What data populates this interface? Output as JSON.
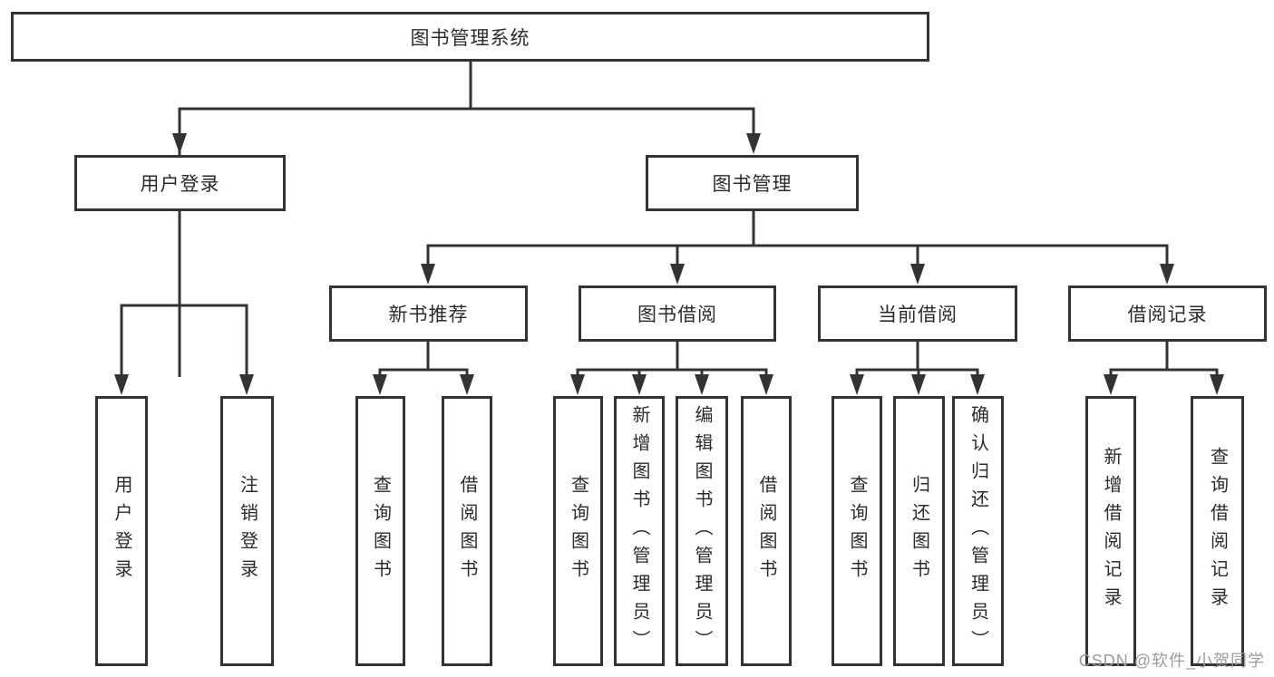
{
  "diagram": {
    "title": "图书管理系统",
    "colors": {
      "line": "#333333",
      "box_border": "#333333",
      "text": "#2b2b2b",
      "background": "#ffffff",
      "watermark": "#9c9c9c"
    },
    "nodes": {
      "root": {
        "label": "图书管理系统"
      },
      "user_login": {
        "label": "用户登录"
      },
      "book_mgmt": {
        "label": "图书管理"
      },
      "new_book_rec": {
        "label": "新书推荐"
      },
      "book_borrow": {
        "label": "图书借阅"
      },
      "current_borrow": {
        "label": "当前借阅"
      },
      "borrow_record": {
        "label": "借阅记录"
      },
      "leaf_user_login": {
        "label": "用户登录"
      },
      "leaf_logout": {
        "label": "注销登录"
      },
      "leaf_query_book_rec": {
        "label": "查询图书"
      },
      "leaf_borrow_book_rec": {
        "label": "借阅图书"
      },
      "leaf_query_book_bor": {
        "label": "查询图书"
      },
      "leaf_add_book": {
        "label": "新增图书（管理员）"
      },
      "leaf_edit_book": {
        "label": "编辑图书（管理员）"
      },
      "leaf_borrow_book": {
        "label": "借阅图书"
      },
      "leaf_query_book_cur": {
        "label": "查询图书"
      },
      "leaf_return_book": {
        "label": "归还图书"
      },
      "leaf_confirm_return": {
        "label": "确认归还（管理员）"
      },
      "leaf_add_record": {
        "label": "新增借阅记录"
      },
      "leaf_query_record": {
        "label": "查询借阅记录"
      }
    },
    "hierarchy": {
      "图书管理系统": {
        "用户登录": [
          "用户登录",
          "注销登录"
        ],
        "图书管理": {
          "新书推荐": [
            "查询图书",
            "借阅图书"
          ],
          "图书借阅": [
            "查询图书",
            "新增图书（管理员）",
            "编辑图书（管理员）",
            "借阅图书"
          ],
          "当前借阅": [
            "查询图书",
            "归还图书",
            "确认归还（管理员）"
          ],
          "借阅记录": [
            "新增借阅记录",
            "查询借阅记录"
          ]
        }
      }
    }
  },
  "watermark": {
    "text": "CSDN @软件_小贺同学"
  }
}
